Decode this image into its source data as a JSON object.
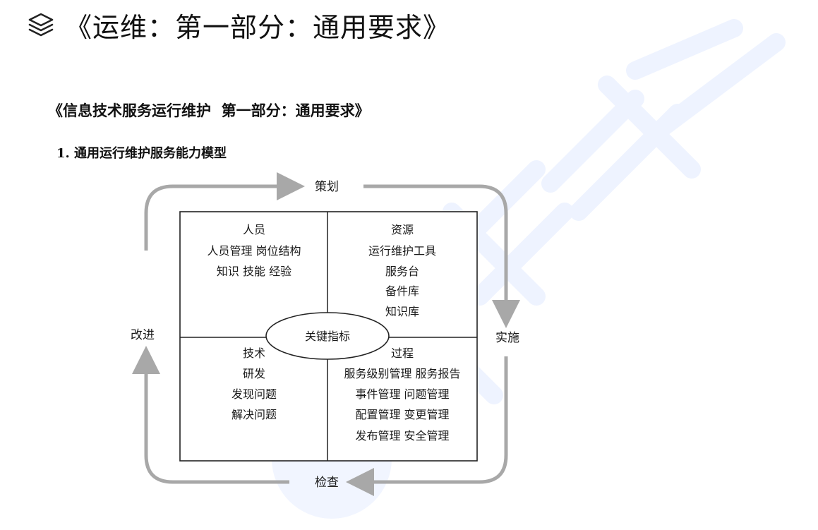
{
  "header": {
    "icon": "layers-icon",
    "title": "《运维：第一部分：通用要求》"
  },
  "document": {
    "heading": "《信息技术服务运行维护  第一部分：通用要求》",
    "section": "1. 通用运行维护服务能力模型"
  },
  "diagram": {
    "cycle": {
      "top": "策划",
      "right": "实施",
      "bottom": "检查",
      "left": "改进"
    },
    "center": "关键指标",
    "quadrants": {
      "people": {
        "title": "人员",
        "lines": [
          "人员管理 岗位结构",
          "知识 技能 经验"
        ]
      },
      "resources": {
        "title": "资源",
        "lines": [
          "运行维护工具",
          "服务台",
          "备件库",
          "知识库"
        ]
      },
      "technology": {
        "title": "技术",
        "lines": [
          "研发",
          "发现问题",
          "解决问题"
        ]
      },
      "process": {
        "title": "过程",
        "lines": [
          "服务级别管理 服务报告",
          "事件管理 问题管理",
          "配置管理 变更管理",
          "发布管理 安全管理"
        ]
      }
    }
  },
  "colors": {
    "arrow": "#a8a8a8",
    "watermark": "#eef3ff",
    "text": "#111111"
  }
}
